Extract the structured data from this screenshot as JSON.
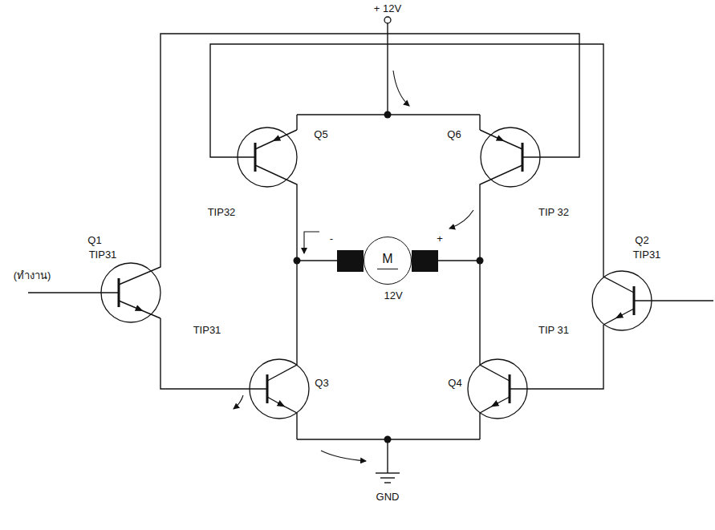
{
  "diagram": {
    "nodes": [
      {
        "text": [
          "M"
        ]
      }
    ],
    "labels": [
      "+ 12V",
      "Q5",
      "Q6",
      "TIP32",
      "TIP 32",
      "Q1",
      "TIP31",
      "Q2",
      "TIP31",
      "(ทำงาน)",
      "-",
      "+",
      "12V",
      "TIP31",
      "TIP 31",
      "Q3",
      "Q4",
      "GND"
    ]
  }
}
